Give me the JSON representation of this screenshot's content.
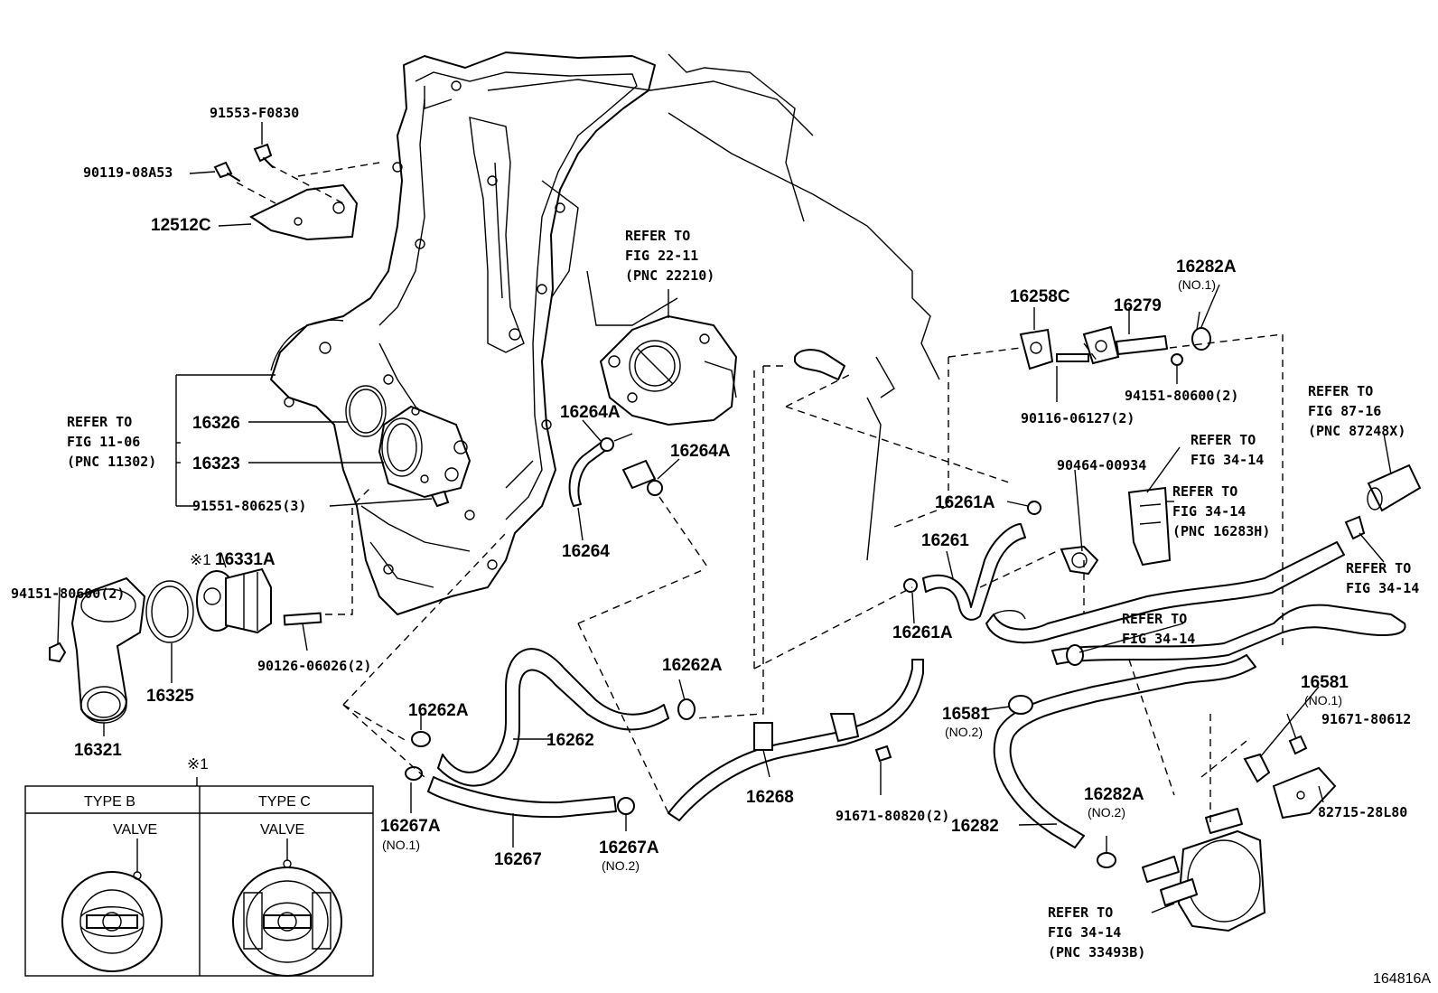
{
  "figure_id": "164816A",
  "notes": {
    "refer_22_11": [
      "REFER TO",
      "FIG 22-11",
      "(PNC 22210)"
    ],
    "refer_11_06": [
      "REFER TO",
      "FIG 11-06",
      "(PNC 11302)"
    ],
    "refer_87_16": [
      "REFER TO",
      "FIG 87-16",
      "(PNC 87248X)"
    ],
    "refer_34_14_a": [
      "REFER TO",
      "FIG 34-14"
    ],
    "refer_34_14_b": [
      "REFER TO",
      "FIG 34-14",
      "(PNC 16283H)"
    ],
    "refer_34_14_c": [
      "REFER TO",
      "FIG 34-14"
    ],
    "refer_34_14_d": [
      "REFER TO",
      "FIG 34-14"
    ],
    "refer_34_14_e": [
      "REFER TO",
      "FIG 34-14",
      "(PNC 33493B)"
    ]
  },
  "labels": {
    "p91553": "91553-F0830",
    "p90119": "90119-08A53",
    "p12512c": "12512C",
    "p16326": "16326",
    "p16323": "16323",
    "p91551": "91551-80625(3)",
    "p94151_left": "94151-80600(2)",
    "p16331a_mark": "※1",
    "p16331a": "16331A",
    "p90126": "90126-06026(2)",
    "p16325": "16325",
    "p16321": "16321",
    "p16264a_1": "16264A",
    "p16264a_2": "16264A",
    "p16264": "16264",
    "p16262a_1": "16262A",
    "p16262a_2": "16262A",
    "p16262": "16262",
    "p16267a_1": "16267A",
    "p16267a_1_sub": "(NO.1)",
    "p16267": "16267",
    "p16267a_2": "16267A",
    "p16267a_2_sub": "(NO.2)",
    "p16268": "16268",
    "p91671_80820": "91671-80820(2)",
    "p16258c": "16258C",
    "p16279": "16279",
    "p16282a_1": "16282A",
    "p16282a_1_sub": "(NO.1)",
    "p90116": "90116-06127(2)",
    "p94151_right": "94151-80600(2)",
    "p90464": "90464-00934",
    "p16261a_1": "16261A",
    "p16261": "16261",
    "p16261a_2": "16261A",
    "p16581_1": "16581",
    "p16581_1_sub": "(NO.2)",
    "p16581_2": "16581",
    "p16581_2_sub": "(NO.1)",
    "p91671_80612": "91671-80612",
    "p82715": "82715-28L80",
    "p16282a_2": "16282A",
    "p16282a_2_sub": "(NO.2)",
    "p16282": "16282"
  },
  "inset": {
    "mark": "※1",
    "type_b": "TYPE B",
    "type_c": "TYPE C",
    "valve_b": "VALVE",
    "valve_c": "VALVE"
  }
}
